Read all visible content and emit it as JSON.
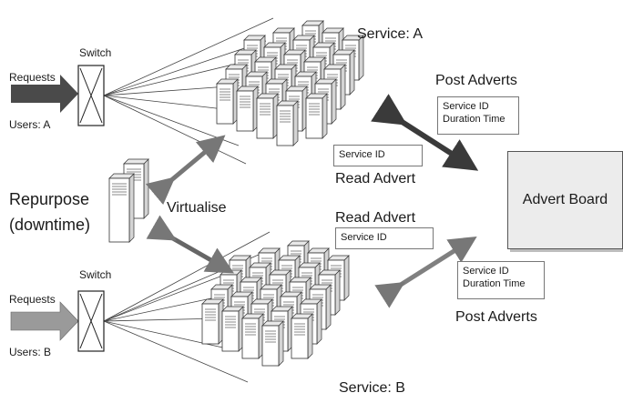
{
  "labels": {
    "service_a": "Service: A",
    "service_b": "Service: B",
    "switch_top": "Switch",
    "switch_bottom": "Switch",
    "requests_top": "Requests",
    "requests_bottom": "Requests",
    "users_a": "Users: A",
    "users_b": "Users: B",
    "repurpose": "Repurpose",
    "downtime": "(downtime)",
    "virtualise": "Virtualise",
    "post_adverts_top": "Post Adverts",
    "post_adverts_bottom": "Post Adverts",
    "read_advert_top": "Read Advert",
    "read_advert_bottom": "Read Advert",
    "advert_board": "Advert Board"
  },
  "boxes": {
    "top_post": [
      "Service ID",
      "Duration Time"
    ],
    "top_read": "Service ID",
    "bottom_read": "Service ID",
    "bottom_post": [
      "Service ID",
      "Duration Time"
    ]
  },
  "colors": {
    "server_fill": "#ffffff",
    "server_stroke": "#333333",
    "arrow_dark": "#4a4a4a",
    "arrow_light": "#9a9a9a",
    "double_arrow": "#777777"
  }
}
